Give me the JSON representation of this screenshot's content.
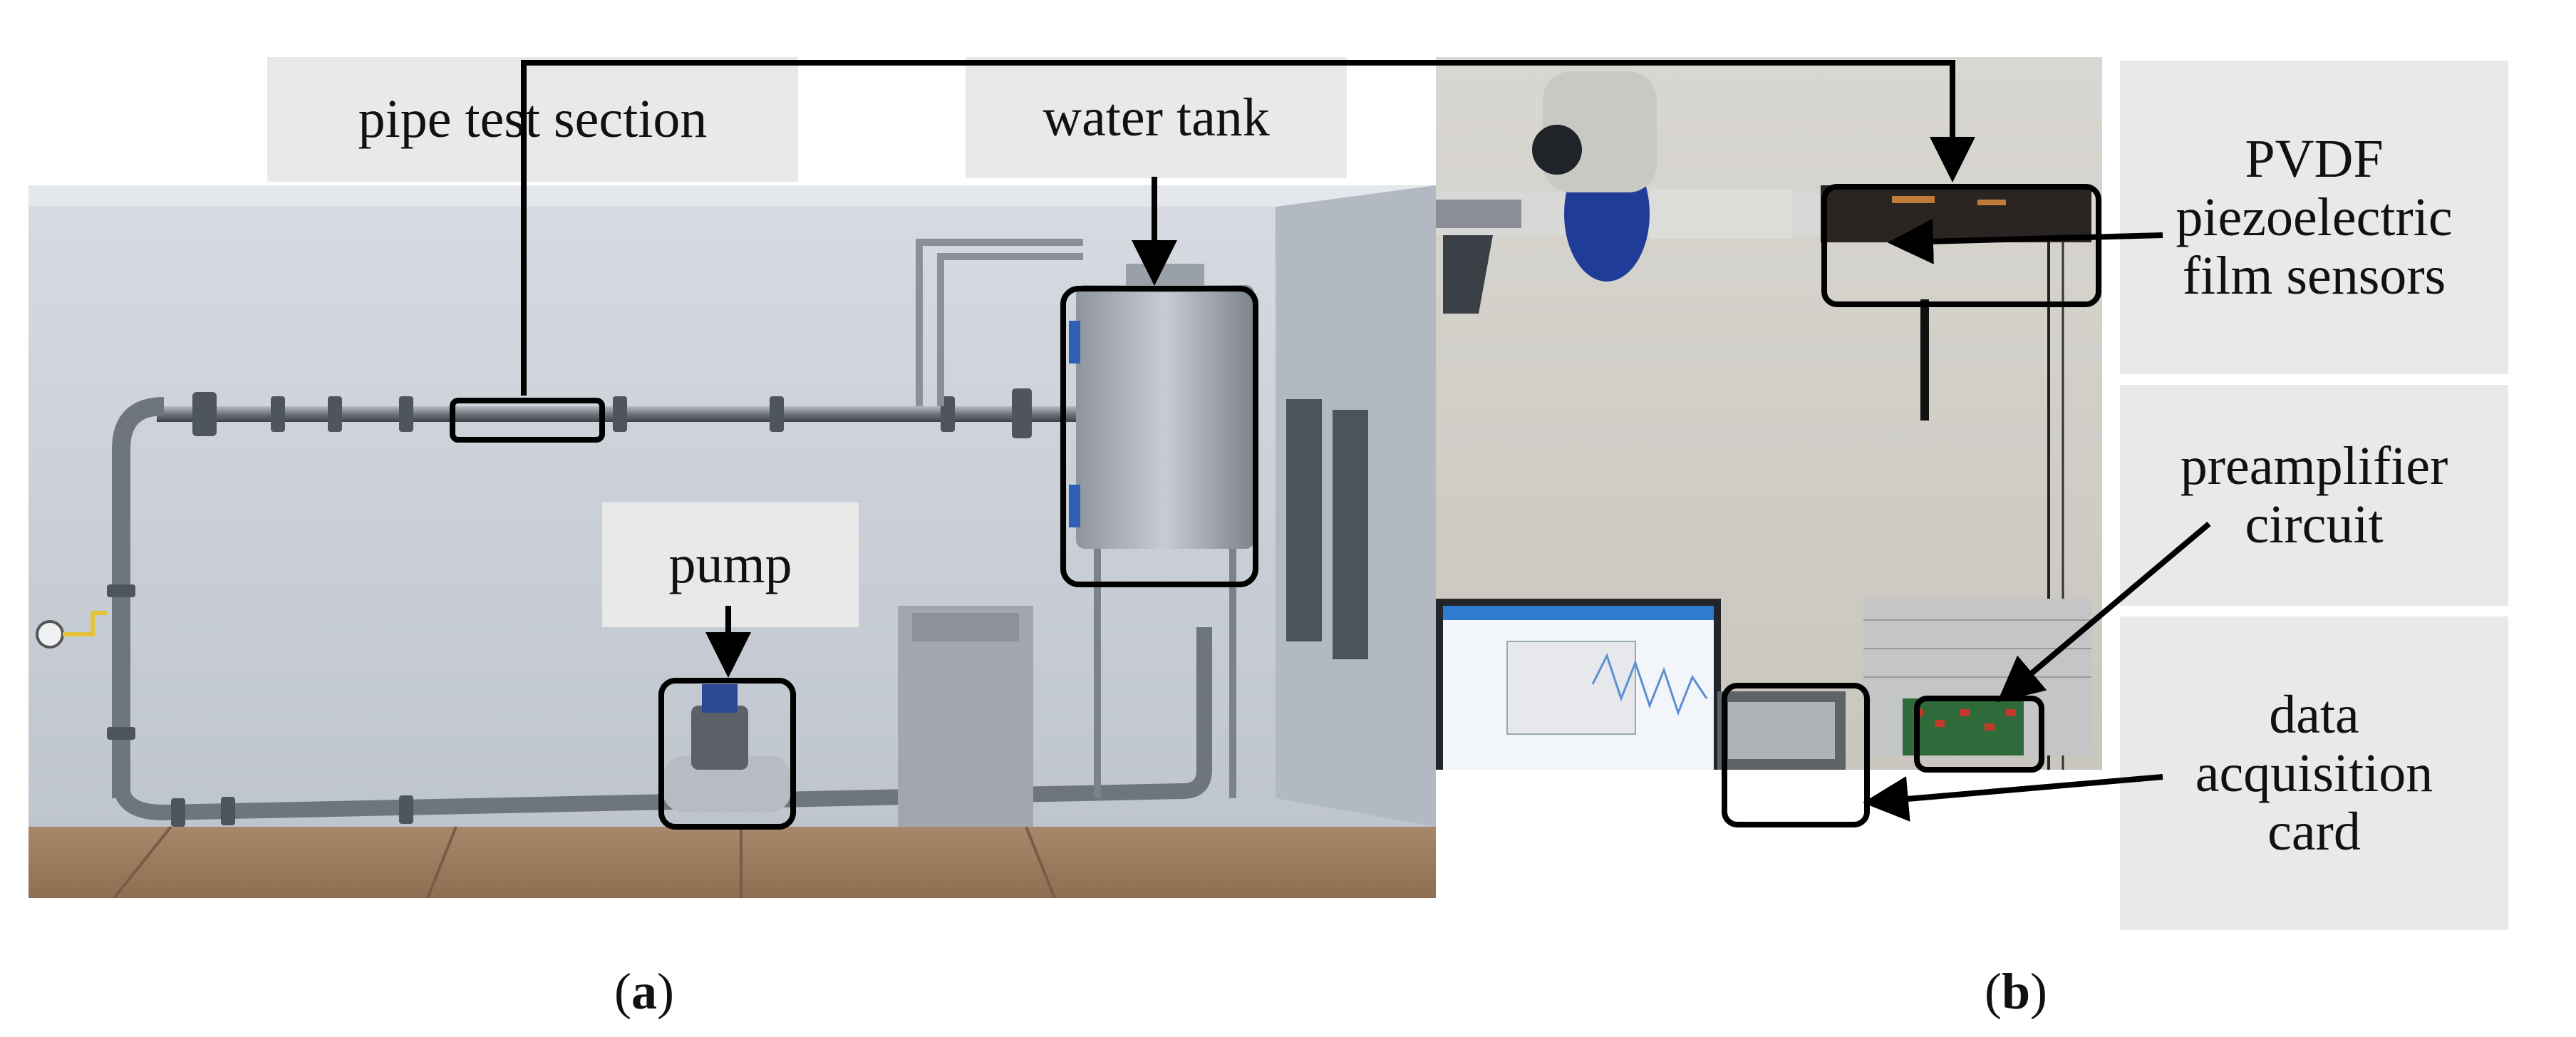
{
  "panel_a": {
    "labels": {
      "pipe_test_section": "pipe test section",
      "water_tank": "water tank",
      "pump": "pump"
    },
    "caption": {
      "open": "(",
      "letter": "a",
      "close": ")"
    }
  },
  "panel_b": {
    "labels": {
      "sensors_line1": "PVDF",
      "sensors_line2": "piezoelectric",
      "sensors_line3": "film sensors",
      "preamp_line1": "preamplifier",
      "preamp_line2": "circuit",
      "daq_line1": "data",
      "daq_line2": "acquisition",
      "daq_line3": "card"
    },
    "caption": {
      "open": "(",
      "letter": "b",
      "close": ")"
    }
  },
  "colors": {
    "label_background": "#e9e9e9",
    "annotation": "#000000",
    "wall": "#c9ced6",
    "floor": "#9b7a5c"
  }
}
